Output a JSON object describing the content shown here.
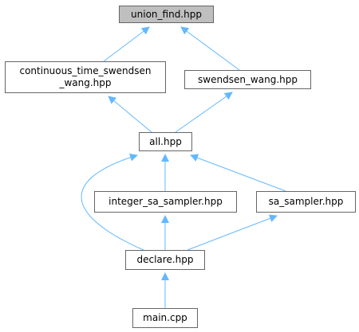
{
  "colors": {
    "edge": "#63b8ff",
    "node_border": "#666666",
    "root_fill": "#bfbfbf",
    "node_fill": "#ffffff"
  },
  "nodes": {
    "union_find": "union_find.hpp",
    "continuous_time_swendsen_wang": "continuous_time_swendsen\n_wang.hpp",
    "swendsen_wang": "swendsen_wang.hpp",
    "all": "all.hpp",
    "integer_sa_sampler": "integer_sa_sampler.hpp",
    "sa_sampler": "sa_sampler.hpp",
    "declare": "declare.hpp",
    "main": "main.cpp"
  },
  "edges": [
    {
      "from": "continuous_time_swendsen_wang",
      "to": "union_find"
    },
    {
      "from": "swendsen_wang",
      "to": "union_find"
    },
    {
      "from": "all",
      "to": "continuous_time_swendsen_wang"
    },
    {
      "from": "all",
      "to": "swendsen_wang"
    },
    {
      "from": "integer_sa_sampler",
      "to": "all"
    },
    {
      "from": "sa_sampler",
      "to": "all"
    },
    {
      "from": "declare",
      "to": "all"
    },
    {
      "from": "declare",
      "to": "integer_sa_sampler"
    },
    {
      "from": "declare",
      "to": "sa_sampler"
    },
    {
      "from": "main",
      "to": "declare"
    }
  ]
}
